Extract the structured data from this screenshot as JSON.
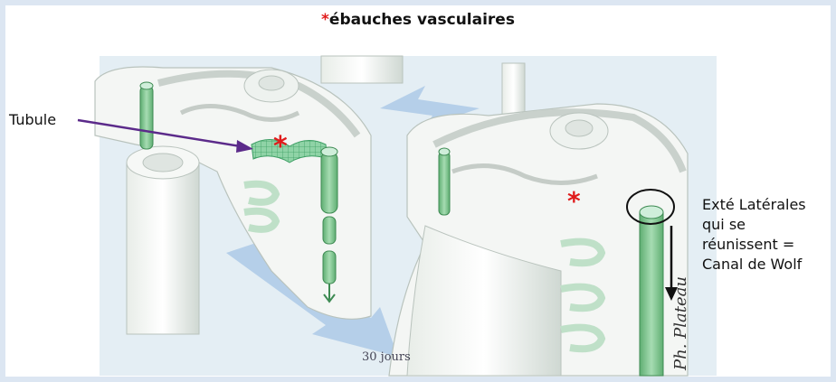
{
  "title": {
    "marker": "*",
    "text": "ébauches vasculaires"
  },
  "labels": {
    "tubule": "Tubule",
    "right_lines": [
      "Exté Latérales",
      "qui se",
      "réunissent =",
      "Canal de Wolf"
    ]
  },
  "illustration": {
    "caption": "30 jours",
    "signature": "Ph. Plateau"
  },
  "colors": {
    "star": "#e01b1b",
    "arrow_purple": "#5b2a8a",
    "vessel_green": "#7dc38f",
    "background_panel": "#e4eef4",
    "flow_arrow": "#a9c7e6"
  }
}
